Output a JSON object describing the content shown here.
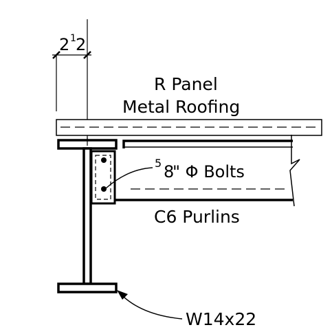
{
  "dimension": {
    "whole": "2",
    "fraction": "1",
    "denominator": "2"
  },
  "labels": {
    "roofing_line1": "R Panel",
    "roofing_line2": "Metal Roofing",
    "bolt_fraction_num": "5",
    "bolt_fraction_den": "8",
    "bolt_text": "\" Φ Bolts",
    "purlins": "C6 Purlins",
    "beam": "W14x22"
  }
}
